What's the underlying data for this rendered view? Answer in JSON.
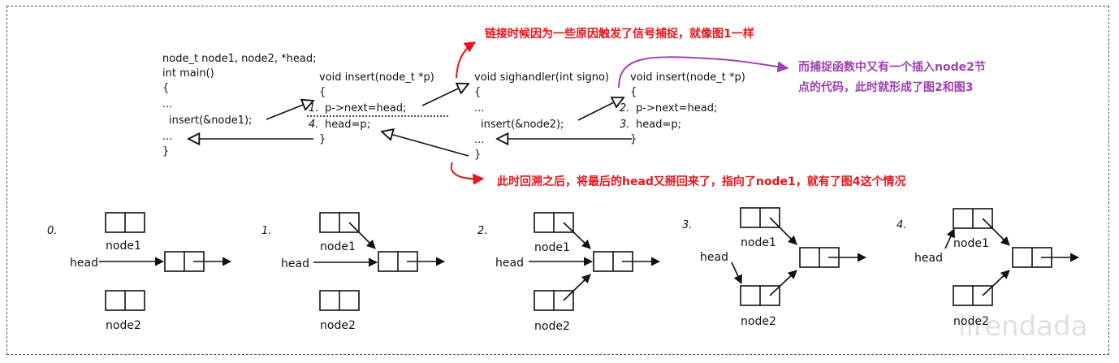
{
  "code": {
    "main_lines": [
      "node_t node1, node2, *head;",
      "int main()",
      "{",
      "...",
      "insert(&node1);",
      "...",
      "}"
    ],
    "insert1_lines": [
      "void insert(node_t *p)",
      "{",
      "p->next=head;",
      "head=p;",
      "}"
    ],
    "insert1_steps": [
      "1.",
      "4."
    ],
    "handler_lines": [
      "void sighandler(int signo)",
      "{",
      "...",
      "insert(&node2);",
      "...",
      "}"
    ],
    "insert2_lines": [
      "void insert(node_t *p)",
      "{",
      "p->next=head;",
      "head=p;",
      "}"
    ],
    "insert2_steps": [
      "2.",
      "3."
    ]
  },
  "annotations": {
    "signal": "链接时候因为一些原因触发了信号捕捉，就像图1一样",
    "handler_line1": "而捕捉函数中又有一个插入node2节",
    "handler_line2": "点的代码，此时就形成了图2和图3",
    "backtrack": "此时回溯之后，将最后的head又掰回来了，指向了node1，就有了图4这个情况"
  },
  "colors": {
    "red": "#e8141b",
    "purple": "#a040b0"
  },
  "diagrams": [
    {
      "step": "0.",
      "node1": "node1",
      "node2": "node2",
      "head": "head"
    },
    {
      "step": "1.",
      "node1": "node1",
      "node2": "node2",
      "head": "head"
    },
    {
      "step": "2.",
      "node1": "node1",
      "node2": "node2",
      "head": "head"
    },
    {
      "step": "3.",
      "node1": "node1",
      "node2": "node2",
      "head": "head"
    },
    {
      "step": "4.",
      "node1": "node1",
      "node2": "node2",
      "head": "head"
    }
  ],
  "watermark": "lirendada"
}
